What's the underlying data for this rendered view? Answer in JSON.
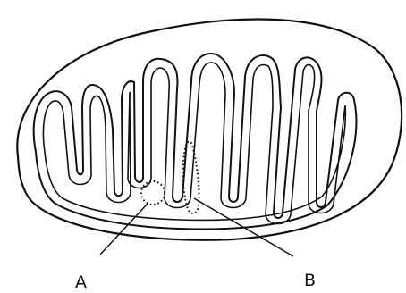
{
  "figure": {
    "subject": "mitochondrion",
    "labels": {
      "a": "A",
      "b": "B"
    },
    "colors": {
      "ink": "#111111",
      "background": "#ffffff"
    }
  }
}
